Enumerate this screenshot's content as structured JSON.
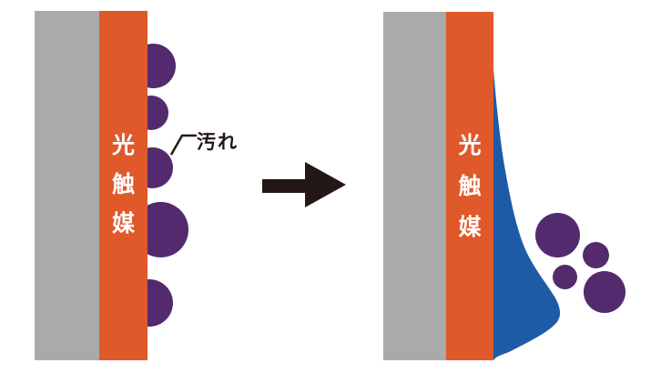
{
  "palette": {
    "background": "#ffffff",
    "wall_gray": "#a9aaaa",
    "coating_orange": "#e0592b",
    "dirt_purple": "#522a6d",
    "water_blue": "#1e5ba7",
    "ink_black": "#231815",
    "text_white": "#ffffff"
  },
  "before_panel": {
    "coating_label": "光触媒",
    "coating_chars": [
      "光",
      "触",
      "媒"
    ],
    "dirt_label": "汚れ"
  },
  "after_panel": {
    "coating_label": "光触媒",
    "coating_chars": [
      "光",
      "触",
      "媒"
    ]
  }
}
